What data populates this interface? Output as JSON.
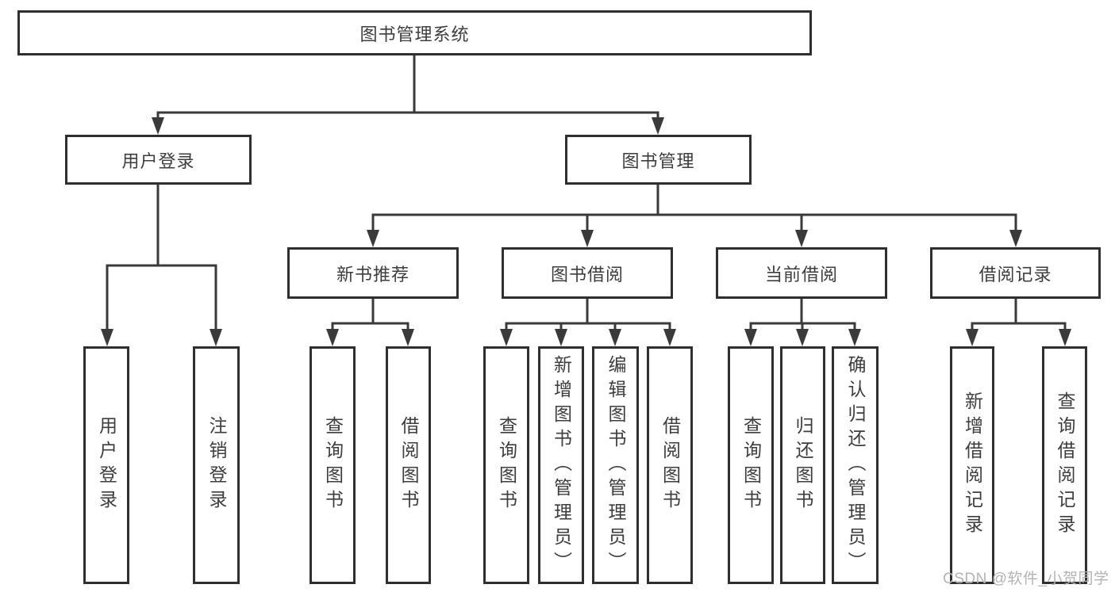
{
  "diagram": {
    "type": "hierarchy-tree",
    "title": "图书管理系统",
    "colors": {
      "background": "#ffffff",
      "line": "#3a3a3a",
      "box_border": "#2f2f2f",
      "text": "#3d3d3d",
      "watermark": "#b3b3b3"
    },
    "nodes": {
      "root": "图书管理系统",
      "level2": [
        "用户登录",
        "图书管理"
      ],
      "level3": [
        "新书推荐",
        "图书借阅",
        "当前借阅",
        "借阅记录"
      ],
      "leaves": [
        "用户登录",
        "注销登录",
        "查询图书",
        "借阅图书",
        "查询图书",
        "新增图书（管理员）",
        "编辑图书（管理员）",
        "借阅图书",
        "查询图书",
        "归还图书",
        "确认归还（管理员）",
        "新增借阅记录",
        "查询借阅记录"
      ]
    },
    "edges": [
      {
        "from": "图书管理系统",
        "to": "用户登录"
      },
      {
        "from": "图书管理系统",
        "to": "图书管理"
      },
      {
        "from": "用户登录",
        "to": "用户登录"
      },
      {
        "from": "用户登录",
        "to": "注销登录"
      },
      {
        "from": "图书管理",
        "to": "新书推荐"
      },
      {
        "from": "图书管理",
        "to": "图书借阅"
      },
      {
        "from": "图书管理",
        "to": "当前借阅"
      },
      {
        "from": "图书管理",
        "to": "借阅记录"
      },
      {
        "from": "新书推荐",
        "to": "查询图书"
      },
      {
        "from": "新书推荐",
        "to": "借阅图书"
      },
      {
        "from": "图书借阅",
        "to": "查询图书"
      },
      {
        "from": "图书借阅",
        "to": "新增图书（管理员）"
      },
      {
        "from": "图书借阅",
        "to": "编辑图书（管理员）"
      },
      {
        "from": "图书借阅",
        "to": "借阅图书"
      },
      {
        "from": "当前借阅",
        "to": "查询图书"
      },
      {
        "from": "当前借阅",
        "to": "归还图书"
      },
      {
        "from": "当前借阅",
        "to": "确认归还（管理员）"
      },
      {
        "from": "借阅记录",
        "to": "新增借阅记录"
      },
      {
        "from": "借阅记录",
        "to": "查询借阅记录"
      }
    ],
    "watermark": "CSDN @软件_小贺同学"
  }
}
